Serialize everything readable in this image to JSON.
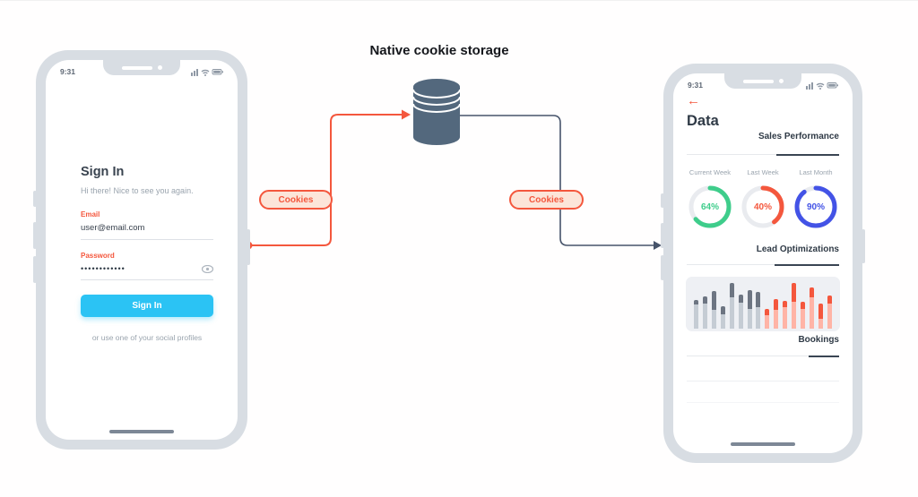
{
  "title": "Native cookie storage",
  "colors": {
    "coral": "#f4573d",
    "pill_bg": "#fce5d9",
    "cyan_button": "#2bc3f4",
    "navy_line": "#46536a",
    "cylinder": "#53687d",
    "phone_frame": "#d8dde3",
    "donut_track": "#e9ebef",
    "green": "#3ecd8b",
    "red": "#f4573d",
    "blue": "#4353e6",
    "bar_grey_base": "#c5ccd4",
    "bar_grey_cap": "#6d7582",
    "bar_red_base": "#ffb4a6",
    "bar_red_cap": "#f4573d"
  },
  "connectors": {
    "left_pill": "Cookies",
    "right_pill": "Cookies"
  },
  "left_phone": {
    "status_time": "9:31",
    "status_icons": [
      "signal-icon",
      "wifi-icon",
      "battery-icon"
    ],
    "signin": {
      "heading": "Sign In",
      "subheading": "Hi there! Nice to see you again.",
      "email_label": "Email",
      "email_value": "user@email.com",
      "password_label": "Password",
      "password_value": "••••••••••••",
      "button_label": "Sign In",
      "social_text": "or use one of your social profiles"
    }
  },
  "right_phone": {
    "status_time": "9:31",
    "status_icons": [
      "signal-icon",
      "wifi-icon",
      "battery-icon"
    ],
    "back_icon": "←",
    "heading": "Data",
    "sections": {
      "sales_tab": "Sales Performance",
      "leads_tab": "Lead Optimizations",
      "bookings_tab": "Bookings"
    },
    "donuts": [
      {
        "label": "Current Week",
        "value": 64,
        "display": "64%",
        "color": "#3ecd8b"
      },
      {
        "label": "Last Week",
        "value": 40,
        "display": "40%",
        "color": "#f4573d"
      },
      {
        "label": "Last Month",
        "value": 90,
        "display": "90%",
        "color": "#4353e6"
      }
    ]
  },
  "chart_data": [
    {
      "type": "pie",
      "subtype": "donut-gauges",
      "title": "Sales Performance",
      "items": [
        {
          "label": "Current Week",
          "value": 64,
          "color": "#3ecd8b"
        },
        {
          "label": "Last Week",
          "value": 40,
          "color": "#f4573d"
        },
        {
          "label": "Last Month",
          "value": 90,
          "color": "#4353e6"
        }
      ],
      "unit": "%"
    },
    {
      "type": "bar",
      "title": "Lead Optimizations",
      "ylim": [
        0,
        100
      ],
      "series": [
        {
          "name": "grey-bars",
          "theme": "grey",
          "values": [
            59,
            66,
            77,
            46,
            95,
            70,
            79,
            75
          ],
          "cap_values": [
            9,
            14,
            39,
            16,
            29,
            16,
            38,
            32
          ]
        },
        {
          "name": "red-bars",
          "theme": "red",
          "values": [
            41,
            61,
            57,
            95,
            55,
            86,
            52,
            68
          ],
          "cap_values": [
            13,
            23,
            13,
            38,
            14,
            20,
            32,
            16
          ]
        }
      ]
    }
  ]
}
